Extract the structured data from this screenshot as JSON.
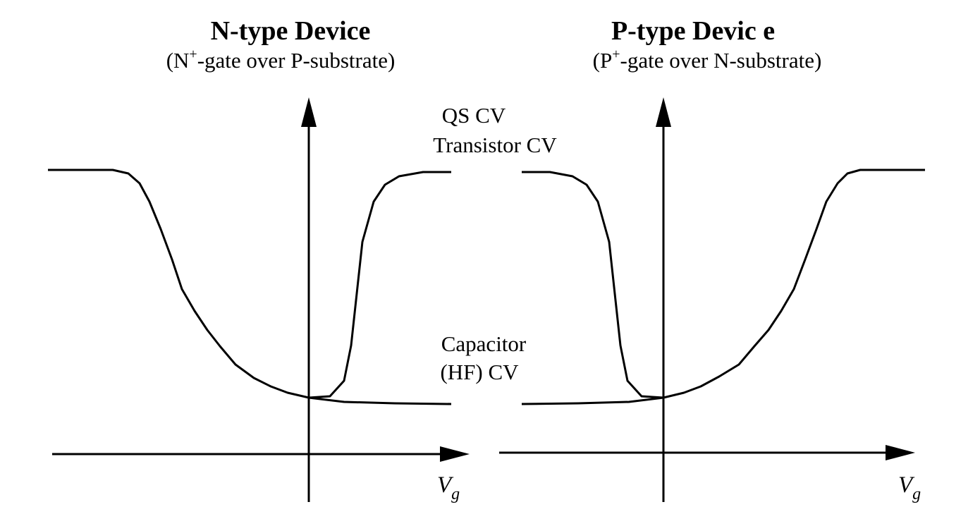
{
  "panels": {
    "left": {
      "title": "N-type Device",
      "subtitle_open": "(N",
      "subtitle_sup": "+",
      "subtitle_rest": "-gate over P-substrate)",
      "axis_label": "V",
      "axis_label_sub": "g"
    },
    "right": {
      "title": "P-type Devic e",
      "subtitle_open": "(P",
      "subtitle_sup": "+",
      "subtitle_rest": "-gate over N-substrate)",
      "axis_label": "V",
      "axis_label_sub": "g"
    }
  },
  "center_labels": {
    "qs_line1": "QS CV",
    "qs_line2": "Transistor CV",
    "cap_line1": "Capacitor",
    "cap_line2": "(HF) CV"
  },
  "colors": {
    "line": "#000000",
    "background": "#ffffff"
  }
}
